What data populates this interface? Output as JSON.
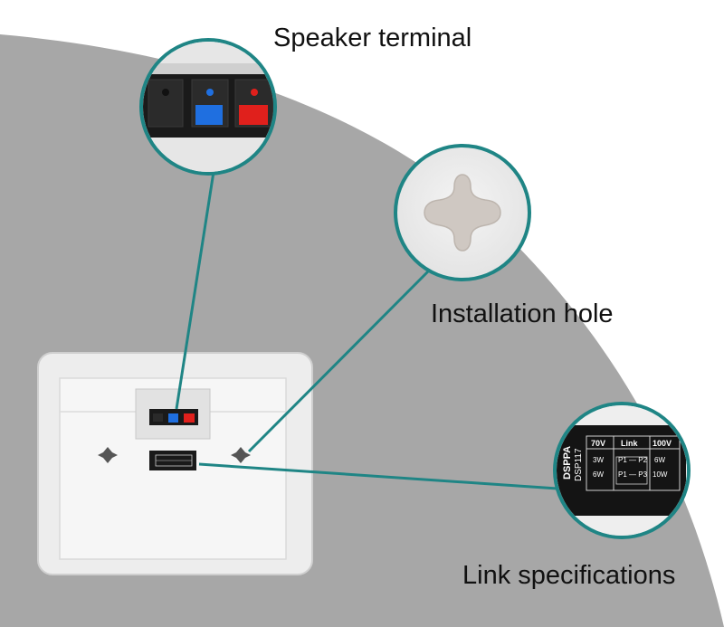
{
  "callouts": {
    "speaker_terminal": "Speaker terminal",
    "installation_hole": "Installation hole",
    "link_specifications": "Link specifications"
  },
  "spec_label": {
    "brand": "DSPPA",
    "model": "DSP117",
    "header_left": "70V",
    "header_mid": "Link",
    "header_right": "100V",
    "row1_left": "3W",
    "row1_mid": "P1 — P2",
    "row1_right": "6W",
    "row2_left": "6W",
    "row2_mid": "P1 — P3",
    "row2_right": "10W"
  },
  "colors": {
    "backdrop_gray": "#a7a7a7",
    "leader_line": "#1f8585",
    "terminal_blue": "#1f6fe0",
    "terminal_red": "#e0201c",
    "speaker_body": "#ededed"
  }
}
